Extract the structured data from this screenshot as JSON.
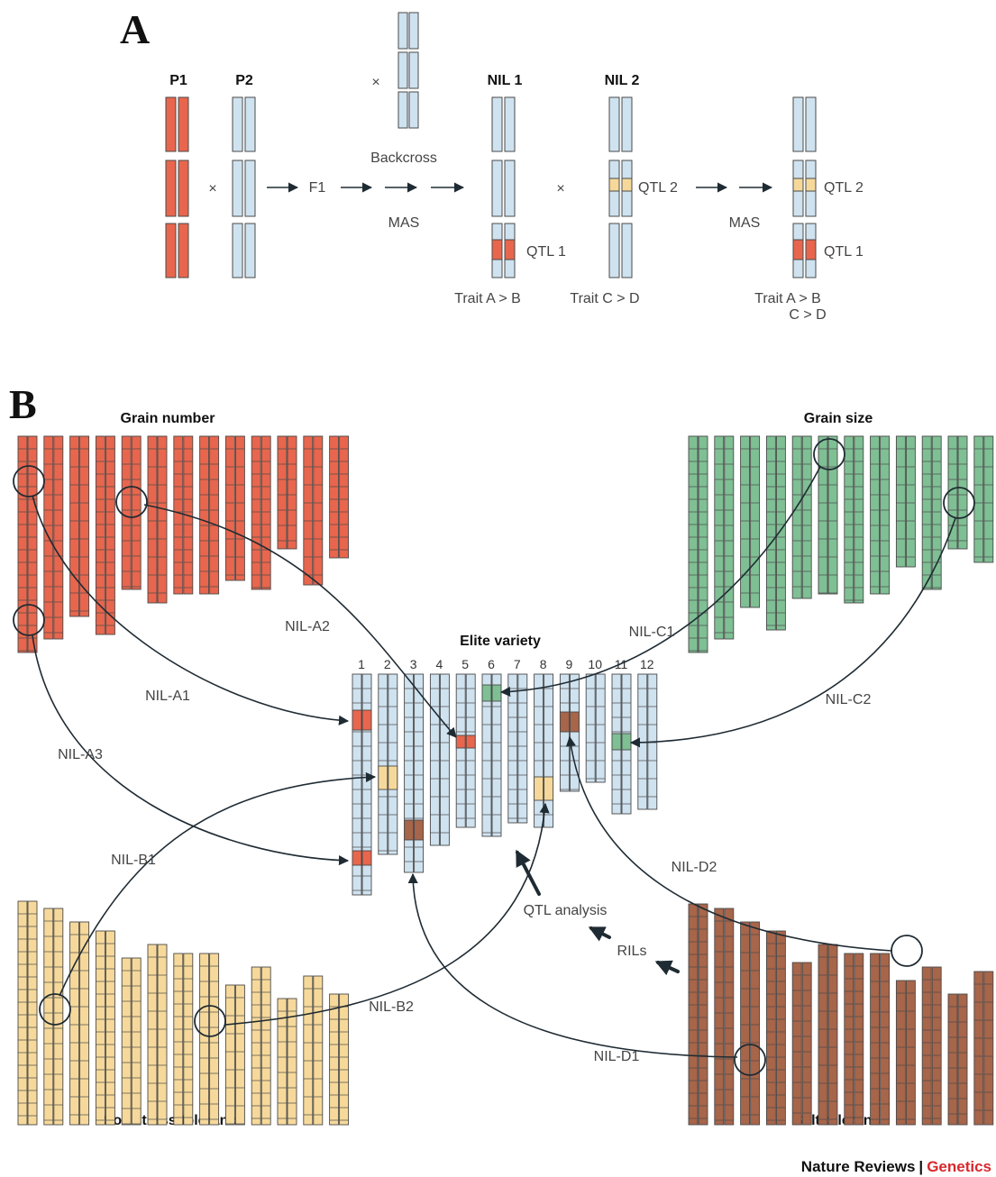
{
  "colors": {
    "red": "#e8664d",
    "blue": "#cfe2ef",
    "green": "#7fbf94",
    "yellow": "#f6d99a",
    "brown": "#a7654a",
    "outline": "#4a4a4a",
    "credit_accent": "#d8282e"
  },
  "panel_a": {
    "letter": "A",
    "parent1": "P1",
    "parent2": "P2",
    "cross_symbol": "×",
    "f1": "F1",
    "backcross": "Backcross",
    "mas": "MAS",
    "nil1": "NIL 1",
    "nil2": "NIL 2",
    "qtl1": "QTL 1",
    "qtl2": "QTL 2",
    "trait_nil1": "Trait A > B",
    "trait_nil2": "Trait C > D",
    "trait_final_1": "Trait A > B",
    "trait_final_2": "C > D"
  },
  "panel_b": {
    "letter": "B",
    "grain_number": "Grain number",
    "grain_size": "Grain size",
    "soil_stress": "Soil stress tolerance",
    "salt_tolerance": "Salt tolerance",
    "elite_variety": "Elite variety",
    "chromosome_numbers": [
      "1",
      "2",
      "3",
      "4",
      "5",
      "6",
      "7",
      "8",
      "9",
      "10",
      "11",
      "12"
    ],
    "nils": {
      "a1": "NIL-A1",
      "a2": "NIL-A2",
      "a3": "NIL-A3",
      "b1": "NIL-B1",
      "b2": "NIL-B2",
      "c1": "NIL-C1",
      "c2": "NIL-C2",
      "d1": "NIL-D1",
      "d2": "NIL-D2"
    },
    "qtl_analysis": "QTL analysis",
    "rils": "RILs"
  },
  "credit": {
    "journal": "Nature Reviews",
    "separator": "|",
    "section": "Genetics"
  }
}
